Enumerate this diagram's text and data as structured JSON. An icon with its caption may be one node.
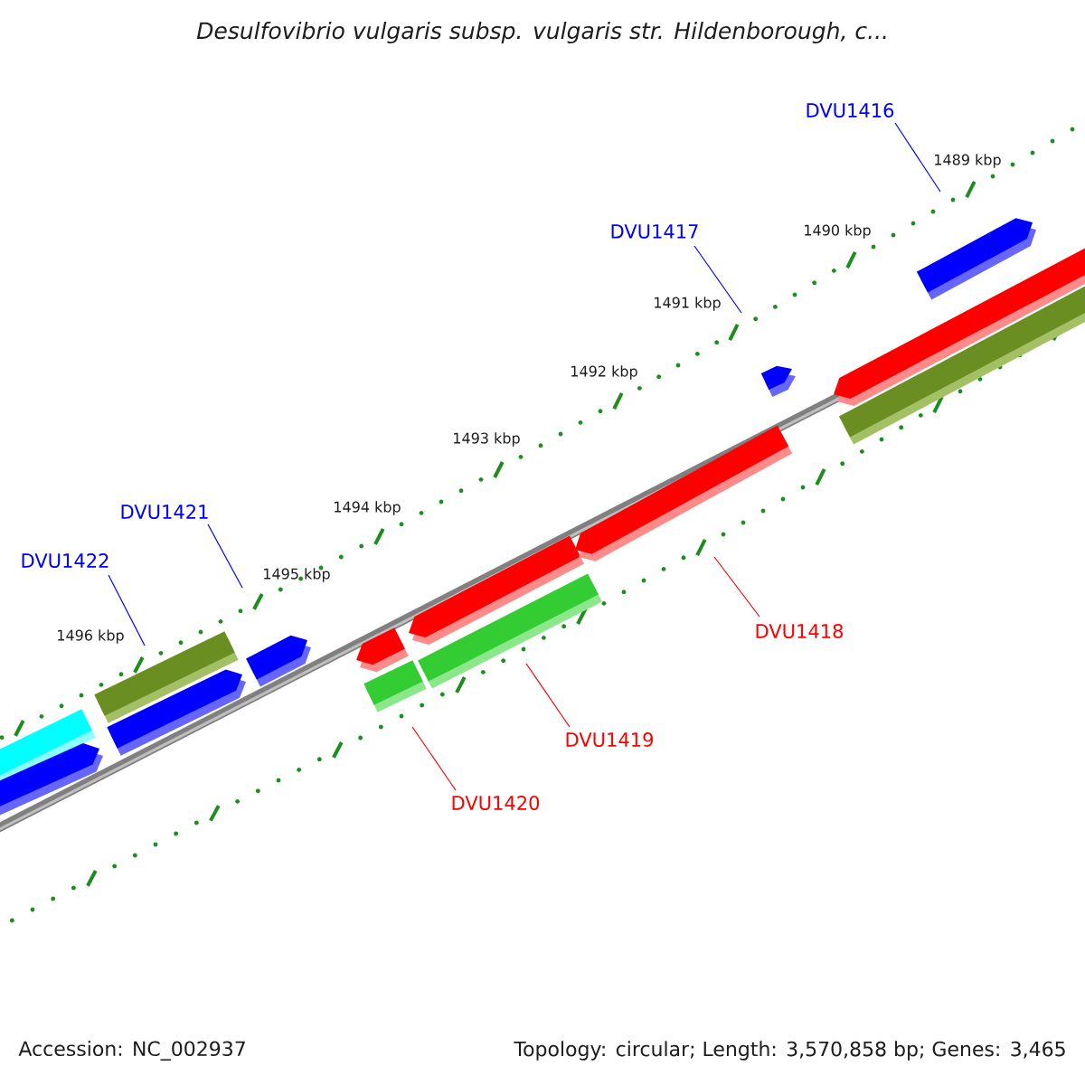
{
  "diagram": {
    "title": "Desulfovibrio vulgaris subsp. vulgaris str. Hildenborough, c...",
    "nodes": [
      {
        "text": [
          "DVU1416"
        ]
      },
      {
        "text": [
          "DVU1417"
        ]
      },
      {
        "text": [
          "DVU1421"
        ]
      },
      {
        "text": [
          "DVU1422"
        ]
      },
      {
        "text": [
          "DVU1418"
        ]
      },
      {
        "text": [
          "DVU1419"
        ]
      },
      {
        "text": [
          "DVU1420"
        ]
      }
    ],
    "edges": [
      {
        "from": 0,
        "to": null,
        "arrow": "none"
      },
      {
        "from": 1,
        "to": null,
        "arrow": "none"
      },
      {
        "from": 2,
        "to": null,
        "arrow": "none"
      },
      {
        "from": 3,
        "to": null,
        "arrow": "none"
      },
      {
        "from": 4,
        "to": null,
        "arrow": "none",
        "color": "#ff0000"
      },
      {
        "from": 5,
        "to": null,
        "arrow": "none",
        "color": "#ff0000"
      },
      {
        "from": 6,
        "to": null,
        "arrow": "none",
        "color": "#ff0000"
      }
    ],
    "labels": [
      "1489 kbp",
      "1490 kbp",
      "1491 kbp",
      "1492 kbp",
      "1493 kbp",
      "1494 kbp",
      "1495 kbp",
      "1496 kbp",
      "Accession: NC_002937",
      "Topology: circular; Length: 3,570,858 bp; Genes: 3,465"
    ]
  }
}
